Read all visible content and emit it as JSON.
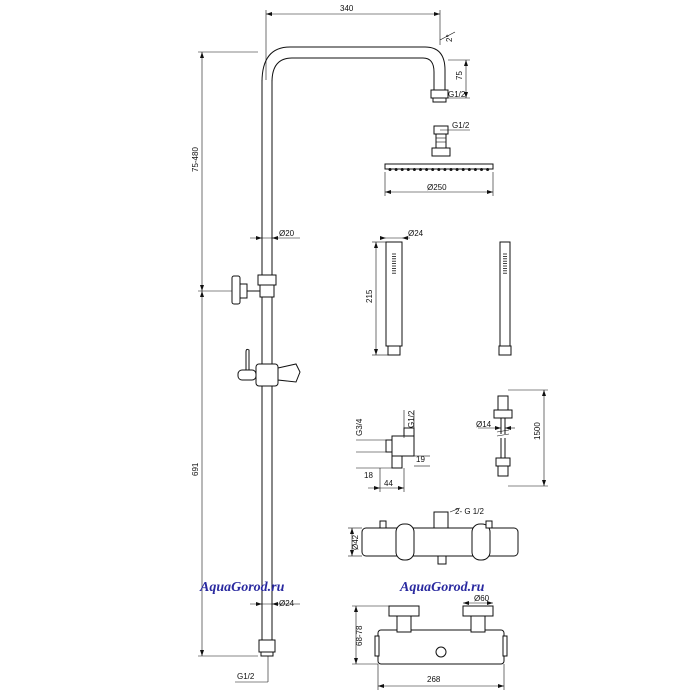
{
  "dimensions": {
    "arm_length": "340",
    "angle": "2°",
    "arm_drop": "75",
    "arm_thread": "G1/2",
    "head_thread": "G1/2",
    "head_diameter": "Ø250",
    "height_range": "75-480",
    "tube_diameter": "Ø20",
    "handshower_diameter": "Ø24",
    "handshower_length": "215",
    "total_height": "691",
    "bottom_diameter": "Ø24",
    "bottom_thread": "G1/2",
    "elbow_thread_side": "G3/4",
    "elbow_thread_top": "G1/2",
    "elbow_a": "18",
    "elbow_b": "19",
    "elbow_c": "44",
    "hose_diameter": "Ø14",
    "hose_length": "1500",
    "mixer_outlets": "2- G 1/2",
    "mixer_diameter": "Ø42",
    "handle_diameter": "Ø60",
    "mixer_depth": "68-78",
    "mixer_width": "268"
  },
  "watermarks": [
    "AquaGorod.ru",
    "AquaGorod.ru"
  ]
}
